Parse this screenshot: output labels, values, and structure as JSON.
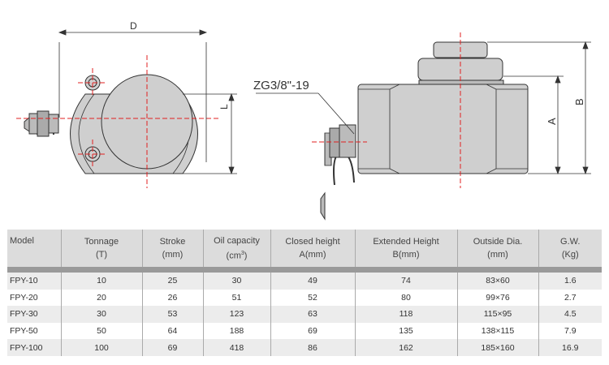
{
  "drawing": {
    "dim_d": "D",
    "dim_l": "L",
    "dim_a": "A",
    "dim_b": "B",
    "port_label": "ZG3/8\"-19"
  },
  "table": {
    "headers": [
      {
        "line1": "Model",
        "line2": ""
      },
      {
        "line1": "Tonnage",
        "line2": "(T)"
      },
      {
        "line1": "Stroke",
        "line2": "(mm)"
      },
      {
        "line1": "Oil capacity",
        "line2": "(cm",
        "sup": "3",
        "line2_end": ")"
      },
      {
        "line1": "Closed height",
        "line2": "A(mm)"
      },
      {
        "line1": "Extended Height",
        "line2": "B(mm)"
      },
      {
        "line1": "Outside Dia.",
        "line2": "(mm)"
      },
      {
        "line1": "G.W.",
        "line2": "(Kg)"
      }
    ],
    "rows": [
      [
        "FPY-10",
        "10",
        "25",
        "30",
        "49",
        "74",
        "83×60",
        "1.6"
      ],
      [
        "FPY-20",
        "20",
        "26",
        "51",
        "52",
        "80",
        "99×76",
        "2.7"
      ],
      [
        "FPY-30",
        "30",
        "53",
        "123",
        "63",
        "118",
        "115×95",
        "4.5"
      ],
      [
        "FPY-50",
        "50",
        "64",
        "188",
        "69",
        "135",
        "138×115",
        "7.9"
      ],
      [
        "FPY-100",
        "100",
        "69",
        "418",
        "86",
        "162",
        "185×160",
        "16.9"
      ]
    ]
  }
}
